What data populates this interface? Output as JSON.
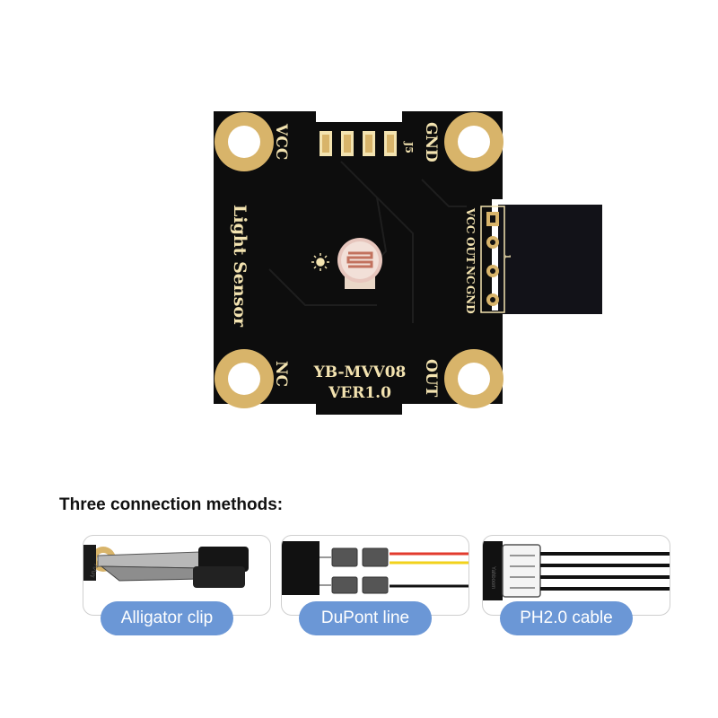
{
  "board": {
    "model": "YB-MVV08",
    "version": "VER1.0",
    "name": "Light Sensor",
    "connector_label": "J5",
    "pad_labels": {
      "top_left": "VCC",
      "top_right": "GND",
      "bottom_left": "NC",
      "bottom_right": "OUT"
    },
    "header_pins": [
      "VCC",
      "OUT",
      "NC",
      "GND"
    ],
    "pin_one_label": "1",
    "colors": {
      "pcb": "#0d0d0d",
      "silkscreen": "#f3e3b0",
      "gold": "#d8b46a"
    }
  },
  "methods_heading": "Three connection methods:",
  "methods": [
    {
      "label": "Alligator clip",
      "icon": "alligator-clip-icon",
      "clip_text": "MVV"
    },
    {
      "label": "DuPont line",
      "icon": "dupont-line-icon",
      "wire_colors": [
        "#e23b2e",
        "#f2d21b",
        "#111111"
      ]
    },
    {
      "label": "PH2.0 cable",
      "icon": "ph2-cable-icon",
      "connector_text": "Yahboom"
    }
  ],
  "accent_color": "#6b97d6"
}
